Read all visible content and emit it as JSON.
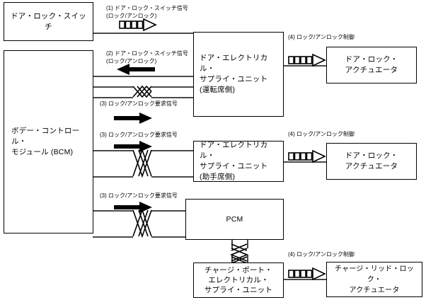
{
  "diagram": {
    "title": "Door lock system block diagram",
    "colors": {
      "line": "#4a4a4a",
      "box_border": "#000000",
      "arrow_fill": "#000000",
      "background": "#ffffff"
    },
    "nodes": [
      {
        "id": "door-lock-switch",
        "label": "ドア・ロック・スイッチ"
      },
      {
        "id": "bcm",
        "label": "ボデー・コントロール・\nモジュール (BCM)"
      },
      {
        "id": "desu-driver",
        "label": "ドア・エレクトリカル・\nサプライ・ユニット\n(運転席側)"
      },
      {
        "id": "desu-passenger",
        "label": "ドア・エレクトリカル・\nサプライ・ユニット\n(助手席側)"
      },
      {
        "id": "pcm",
        "label": "PCM"
      },
      {
        "id": "charge-port-esu",
        "label": "チャージ・ポート・\nエレクトリカル・\nサプライ・ユニット"
      },
      {
        "id": "door-lock-actuator-driver",
        "label": "ドア・ロック・\nアクチュエータ"
      },
      {
        "id": "door-lock-actuator-passenger",
        "label": "ドア・ロック・\nアクチュエータ"
      },
      {
        "id": "charge-lid-lock-actuator",
        "label": "チャージ・リッド・ロック・\nアクチュエータ"
      }
    ],
    "signals": [
      {
        "id": "sig-1",
        "label": "(1) ドア・ロック・スイッチ信号\n(ロック/アンロック)",
        "arrow": "segmented-right"
      },
      {
        "id": "sig-2",
        "label": "(2) ドア・ロック・スイッチ信号\n(ロック/アンロック)",
        "arrow": "solid-left"
      },
      {
        "id": "sig-3a",
        "label": "(3) ロック/アンロック要求信号",
        "arrow": "solid-right"
      },
      {
        "id": "sig-3b",
        "label": "(3) ロック/アンロック要求信号",
        "arrow": "solid-right"
      },
      {
        "id": "sig-3c",
        "label": "(3) ロック/アンロック要求信号",
        "arrow": "solid-right"
      },
      {
        "id": "sig-4a",
        "label": "(4) ロック/アンロック制御",
        "arrow": "segmented-right"
      },
      {
        "id": "sig-4b",
        "label": "(4) ロック/アンロック制御",
        "arrow": "segmented-right"
      },
      {
        "id": "sig-4c",
        "label": "(4) ロック/アンロック制御",
        "arrow": "segmented-right"
      }
    ]
  }
}
